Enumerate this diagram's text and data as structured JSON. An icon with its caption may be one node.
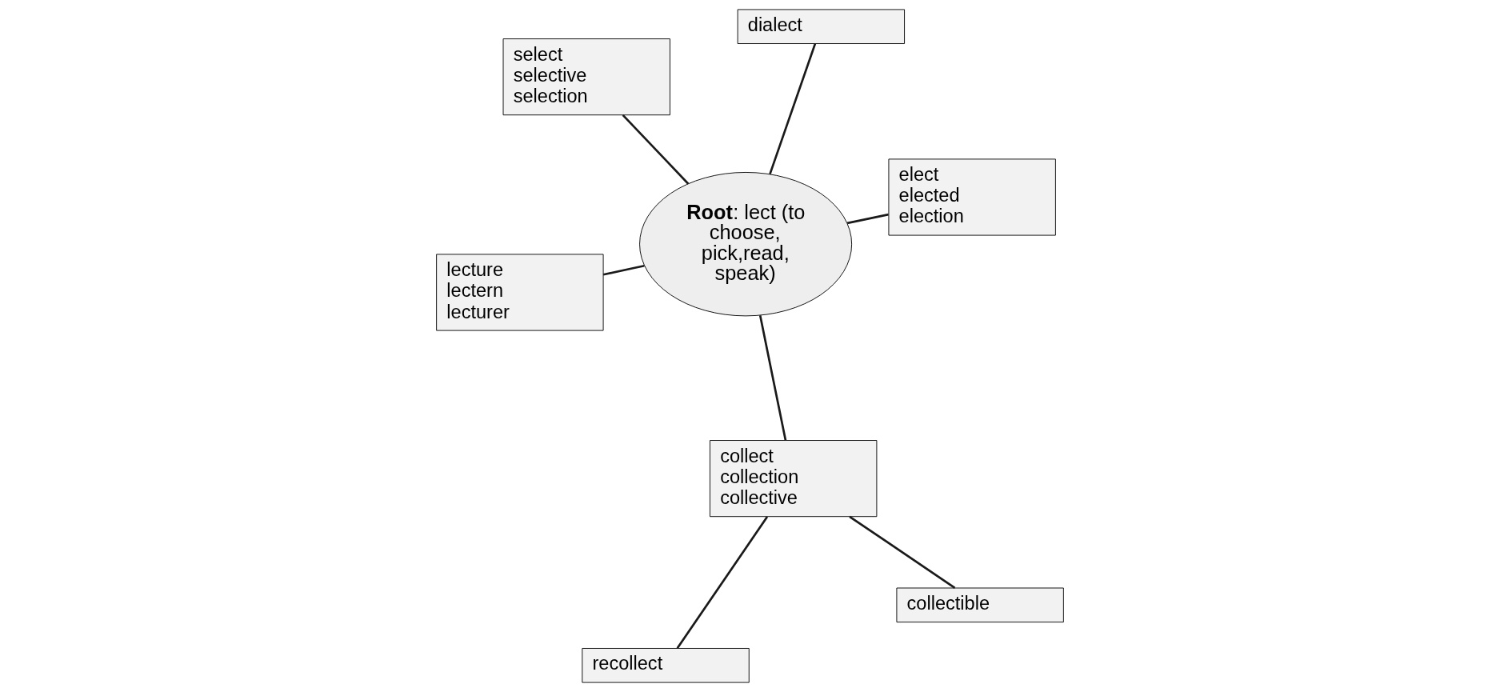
{
  "diagram": {
    "nodes": [
      {
        "text": [
          "**Root**: lect (to choose, pick,read, speak)"
        ]
      },
      {
        "text": [
          "elect",
          "elected",
          "election"
        ]
      },
      {
        "text": [
          "lecture",
          "lectern",
          "lecturer"
        ]
      },
      {
        "text": [
          "select",
          "selective",
          "selection"
        ]
      },
      {
        "text": [
          "dialect"
        ]
      },
      {
        "text": [
          "collect",
          "collection",
          "collective"
        ]
      },
      {
        "text": [
          "recollect"
        ]
      },
      {
        "text": [
          "collectible"
        ]
      }
    ],
    "edges": [
      {
        "from": 0,
        "to": 1,
        "arrow": "none"
      },
      {
        "from": 0,
        "to": 2,
        "arrow": "none"
      },
      {
        "from": 0,
        "to": 3,
        "arrow": "none"
      },
      {
        "from": 0,
        "to": 4,
        "arrow": "none"
      },
      {
        "from": 0,
        "to": 5,
        "arrow": "none"
      },
      {
        "from": 5,
        "to": 6,
        "arrow": "none"
      },
      {
        "from": 5,
        "to": 7,
        "arrow": "none"
      }
    ]
  }
}
